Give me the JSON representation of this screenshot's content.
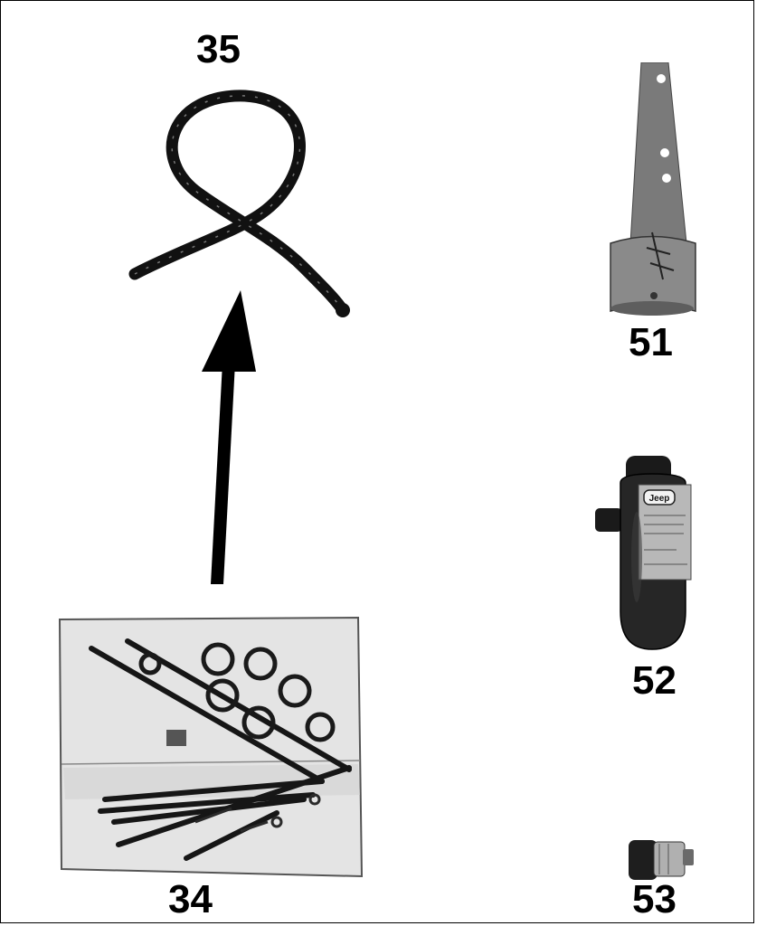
{
  "parts": [
    {
      "number": "35",
      "item": "spiral-wrap"
    },
    {
      "number": "51",
      "item": "mounting-bracket"
    },
    {
      "number": "52",
      "item": "receiver-drier",
      "drier_label": "Jeep"
    },
    {
      "number": "53",
      "item": "pressure-switch"
    },
    {
      "number": "34",
      "item": "hardware-bag"
    }
  ]
}
